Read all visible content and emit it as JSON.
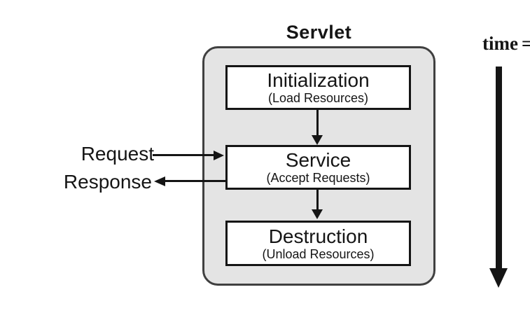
{
  "diagram": {
    "title": "Servlet",
    "stages": [
      {
        "name": "Initialization",
        "subtitle": "(Load Resources)"
      },
      {
        "name": "Service",
        "subtitle": "(Accept Requests)"
      },
      {
        "name": "Destruction",
        "subtitle": "(Unload Resources)"
      }
    ],
    "request_label": "Request",
    "response_label": "Response",
    "time_label": "time",
    "time_suffix": "=",
    "colors": {
      "background": "#ffffff",
      "container_fill": "#e4e4e4",
      "container_border": "#404040",
      "stage_fill": "#ffffff",
      "stage_border": "#151515",
      "arrow": "#151515",
      "text": "#151515"
    }
  }
}
